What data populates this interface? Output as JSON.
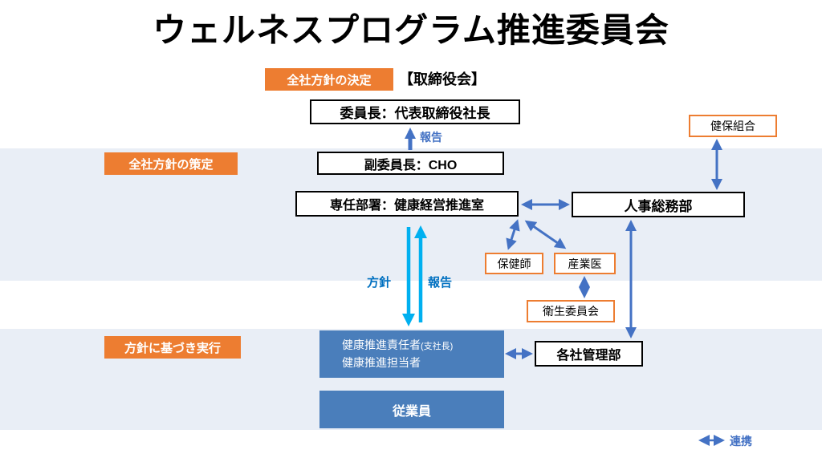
{
  "title": "ウェルネスプログラム推進委員会",
  "stages": {
    "decision": "全社方針の決定",
    "planning": "全社方針の策定",
    "execution": "方針に基づき実行"
  },
  "board_label": "【取締役会】",
  "boxes": {
    "chairman": "委員長：代表取締役社長",
    "vice_chairman": "副委員長：CHO",
    "dedicated_dept": "専任部署：健康経営推進室",
    "hr_general_affairs": "人事総務部",
    "health_insurance_union": "健保組合",
    "public_health_nurse": "保健師",
    "occupational_physician": "産業医",
    "hygiene_committee": "衛生委員会",
    "promotion_leader": "健康推進責任者",
    "promotion_leader_note": "(支社長)",
    "promotion_staff": "健康推進担当者",
    "company_admin_dept": "各社管理部",
    "employees": "従業員"
  },
  "arrow_labels": {
    "report_top": "報告",
    "policy_down": "方針",
    "report_up": "報告",
    "legend_cooperation": "連携"
  },
  "colors": {
    "orange": "#ED7D31",
    "steel_blue": "#4472C4",
    "box_blue": "#4A7EBB",
    "cyan": "#00B0F0",
    "band_background": "#E9EEF6"
  }
}
